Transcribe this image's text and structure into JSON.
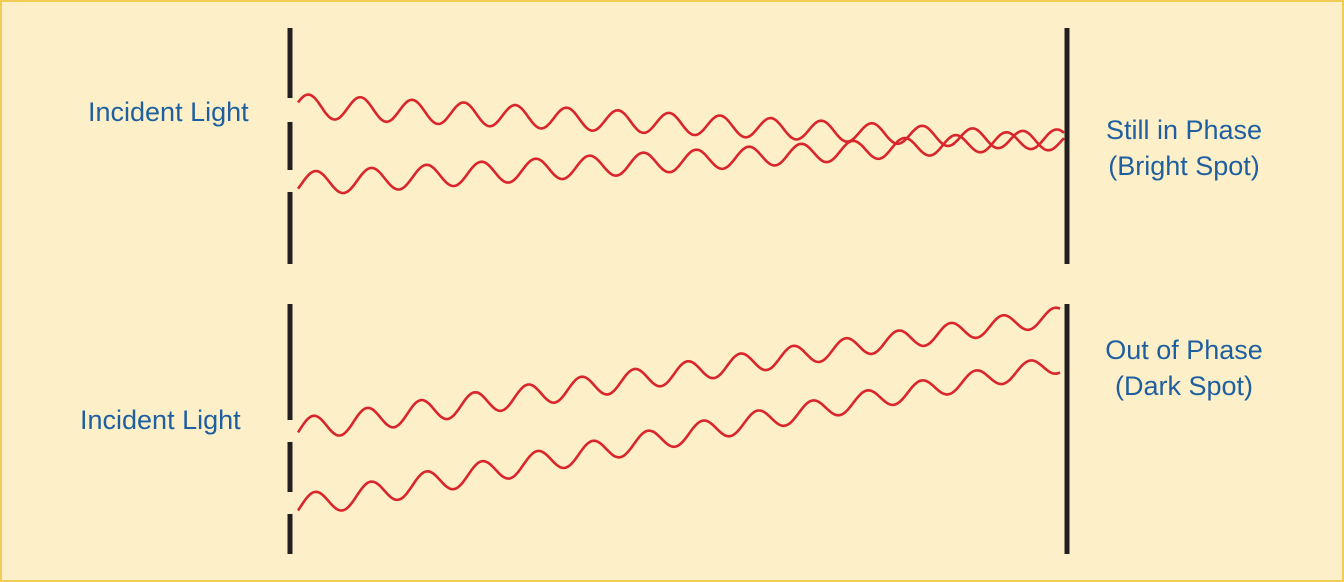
{
  "colors": {
    "background": "#fdf0c8",
    "border": "#f2cd55",
    "barrier": "#231f20",
    "wave": "#d9252c",
    "label": "#1f5fa0"
  },
  "top_panel": {
    "incident_label": "Incident Light",
    "result_line1": "Still in Phase",
    "result_line2": "(Bright Spot)"
  },
  "bottom_panel": {
    "incident_label": "Incident Light",
    "result_line1": "Out of Phase",
    "result_line2": "(Dark Spot)"
  }
}
